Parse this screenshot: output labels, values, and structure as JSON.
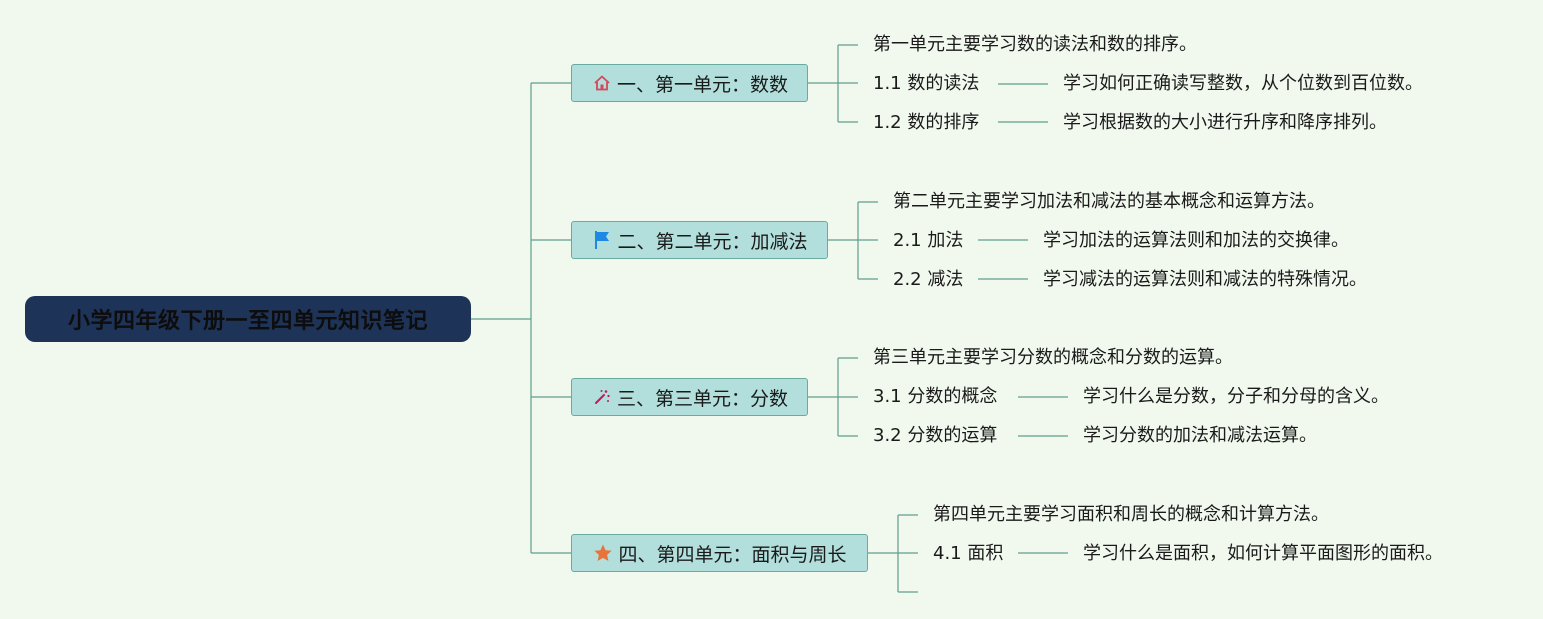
{
  "root": {
    "title": "小学四年级下册一至四单元知识笔记"
  },
  "units": [
    {
      "icon": "home-icon",
      "title": "一、第一单元：数数",
      "summary": "第一单元主要学习数的读法和数的排序。",
      "topics": [
        {
          "label": "1.1 数的读法",
          "detail": "学习如何正确读写整数，从个位数到百位数。"
        },
        {
          "label": "1.2 数的排序",
          "detail": "学习根据数的大小进行升序和降序排列。"
        }
      ]
    },
    {
      "icon": "flag-icon",
      "title": "二、第二单元：加减法",
      "summary": "第二单元主要学习加法和减法的基本概念和运算方法。",
      "topics": [
        {
          "label": "2.1 加法",
          "detail": "学习加法的运算法则和加法的交换律。"
        },
        {
          "label": "2.2 减法",
          "detail": "学习减法的运算法则和减法的特殊情况。"
        }
      ]
    },
    {
      "icon": "sparkle-wand-icon",
      "title": "三、第三单元：分数",
      "summary": "第三单元主要学习分数的概念和分数的运算。",
      "topics": [
        {
          "label": "3.1 分数的概念",
          "detail": "学习什么是分数，分子和分母的含义。"
        },
        {
          "label": "3.2 分数的运算",
          "detail": "学习分数的加法和减法运算。"
        }
      ]
    },
    {
      "icon": "star-icon",
      "title": "四、第四单元：面积与周长",
      "summary": "第四单元主要学习面积和周长的概念和计算方法。",
      "topics": [
        {
          "label": "4.1 面积",
          "detail": "学习什么是面积，如何计算平面图形的面积。"
        },
        {
          "label": "",
          "detail": ""
        }
      ]
    }
  ],
  "colors": {
    "background": "#f1f9ef",
    "root_fill": "#1e3358",
    "unit_fill": "#b2dfdc",
    "connector": "#5f9e8c",
    "home_icon": "#d1495b",
    "flag_icon": "#1e88e5",
    "sparkle_icon": "#c2185b",
    "star_icon": "#e8743b"
  }
}
